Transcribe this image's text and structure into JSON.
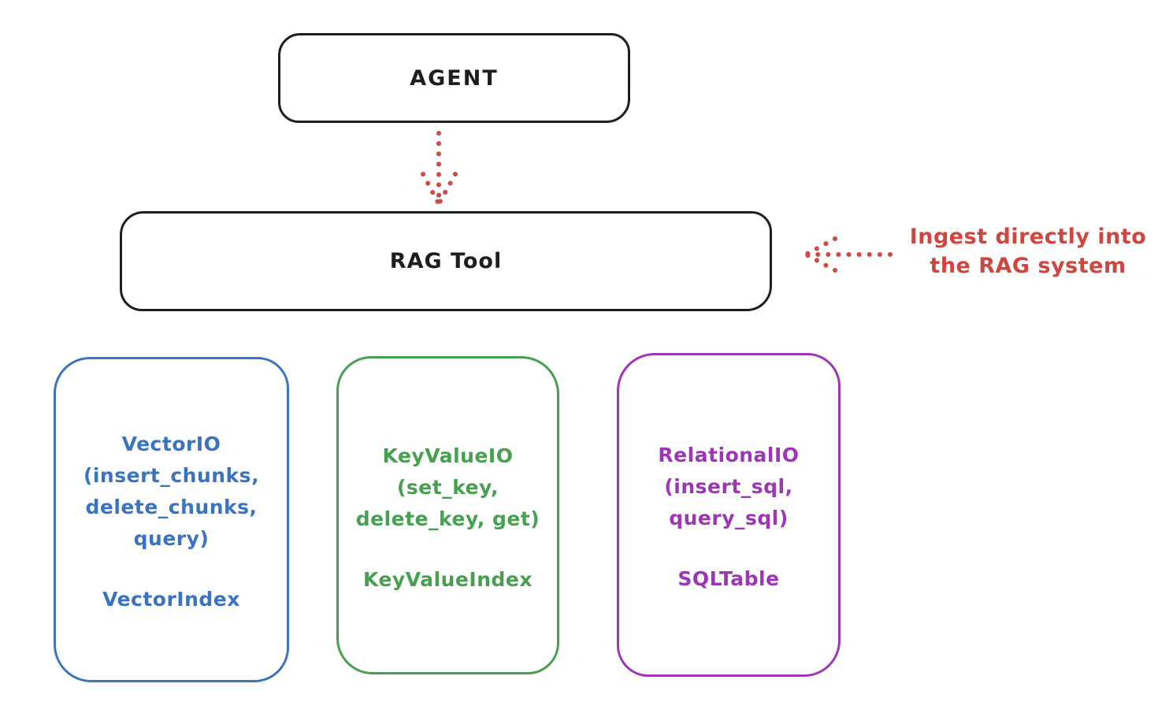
{
  "diagram": {
    "agent_box": {
      "label": "AGENT"
    },
    "rag_tool_box": {
      "label": "RAG Tool"
    },
    "annotation": {
      "line1": "Ingest directly into",
      "line2": "the RAG system"
    },
    "backends": [
      {
        "name": "vector-io",
        "lines": [
          "VectorIO",
          "(insert_chunks,",
          "delete_chunks,",
          "query)"
        ],
        "index_label": "VectorIndex",
        "color": "#3a74c0"
      },
      {
        "name": "keyvalue-io",
        "lines": [
          "KeyValueIO",
          "(set_key,",
          "delete_key, get)"
        ],
        "index_label": "KeyValueIndex",
        "color": "#47a04f"
      },
      {
        "name": "relational-io",
        "lines": [
          "RelationalIO",
          "(insert_sql,",
          "query_sql)"
        ],
        "index_label": "SQLTable",
        "color": "#9c36b5"
      }
    ],
    "colors": {
      "stroke_black": "#1e1e1e",
      "annotation_red": "#cf453f",
      "arrow_red": "#d04a42",
      "vector_blue": "#3a74c0",
      "keyvalue_green": "#47a04f",
      "relational_purple": "#9c36b5",
      "background": "#ffffff"
    }
  }
}
